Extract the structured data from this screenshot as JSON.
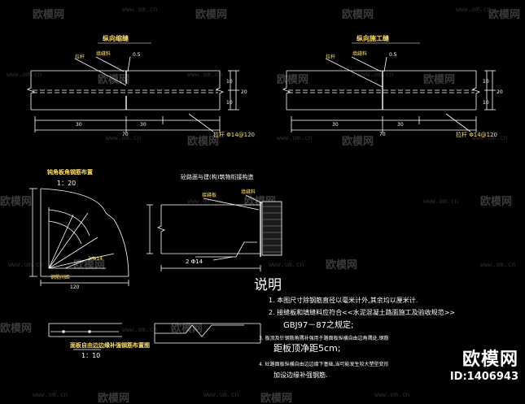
{
  "drawing": {
    "view_left_title": "纵向缩缝",
    "view_right_title": "纵向施工缝",
    "label_tie_bar": "拉杆",
    "label_joint_filler": "填缝料",
    "dim_05": "0.5",
    "dim_30": "30",
    "dim_70": "70",
    "dim_10": "10",
    "dim_20": "20",
    "rebar_left": "拉杆 Φ14@120",
    "rebar_right": "拉杆 Φ14@120",
    "corner_title": "钝角板角钢筋布置",
    "corner_scale": "1：20",
    "corner_bar": "2 Φ14",
    "corner_bottom": "钢筋间距",
    "corner_dim": "120",
    "junction_title": "砼路面与建(构)筑物衔接构造",
    "junction_top_a": "接缝板",
    "junction_top_b": "填缝料",
    "junction_bar": "2 Φ14",
    "edge_title": "面板自由边边缘补强钢筋布置图",
    "edge_scale": "1：10"
  },
  "notes": {
    "heading": "说明",
    "n1": "1.  本图尺寸除钢筋直径以毫米计外,其余均以厘米计.",
    "n2": "2.  接缝板和填缝料应符合<<水泥混凝土路面施工及验收规范>>",
    "n2b": "GBJ97－87之规定;",
    "n3": "3.  板顶及针钢筋角隅补强用于路面板纵横自由边角隅处,钢筋",
    "n3b": "距板顶净距5cm;",
    "n4": "4.  砼路面板纵横自由边边缘下基础,当可能发生较大塑型变形",
    "n4b": "加设边缘补强钢筋."
  },
  "watermark": {
    "logo": "欧模网",
    "url": "www.om.cn",
    "id": "ID:1406943"
  },
  "colors": {
    "background": "#000000",
    "line": "#ffffff",
    "label": "#ffe066",
    "watermark": "#3b3b3b"
  }
}
